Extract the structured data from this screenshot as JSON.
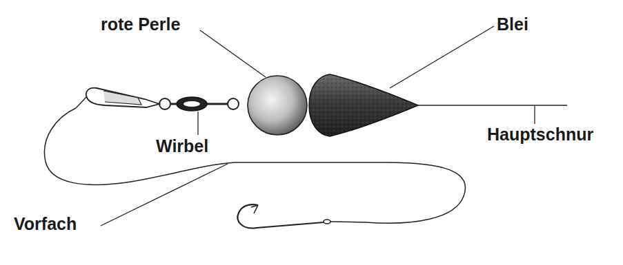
{
  "diagram": {
    "labels": [
      "rote Perle",
      "Blei",
      "Wirbel",
      "Hauptschnur",
      "Vorfach"
    ]
  }
}
